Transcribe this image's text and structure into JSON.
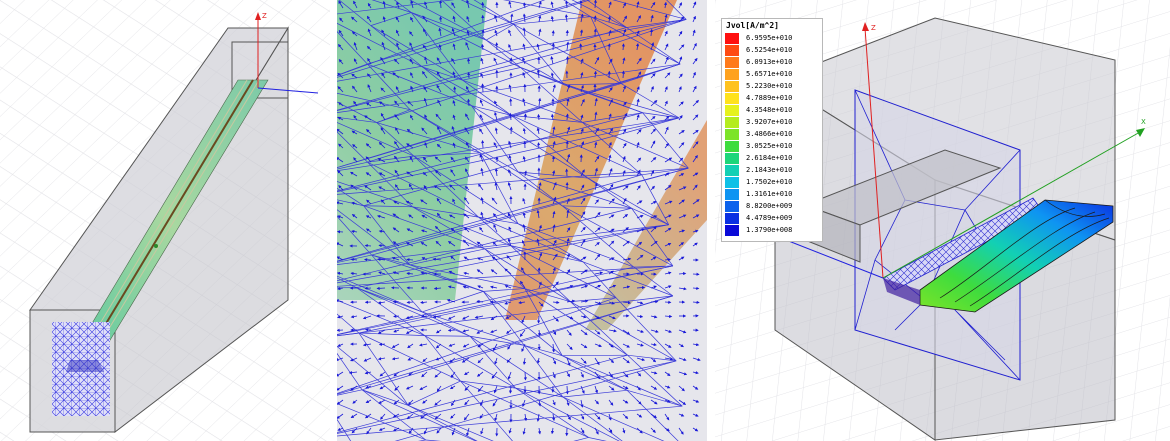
{
  "panels": {
    "left": {
      "axis_z_label": "Z"
    },
    "middle": {},
    "right": {
      "axis_z_label": "Z",
      "axis_x_label": "X"
    }
  },
  "legend": {
    "title": "Jvol[A/m^2]",
    "entries": [
      {
        "label": "6.9595e+010",
        "color": "#ff1010"
      },
      {
        "label": "6.5254e+010",
        "color": "#ff4a12"
      },
      {
        "label": "6.0913e+010",
        "color": "#ff7a1a"
      },
      {
        "label": "5.6571e+010",
        "color": "#ffa21e"
      },
      {
        "label": "5.2230e+010",
        "color": "#ffc21e"
      },
      {
        "label": "4.7889e+010",
        "color": "#ffe21c"
      },
      {
        "label": "4.3548e+010",
        "color": "#e6f21c"
      },
      {
        "label": "3.9207e+010",
        "color": "#b4ec1e"
      },
      {
        "label": "3.4866e+010",
        "color": "#7ce428"
      },
      {
        "label": "3.0525e+010",
        "color": "#3edc3e"
      },
      {
        "label": "2.6184e+010",
        "color": "#1cd67a"
      },
      {
        "label": "2.1843e+010",
        "color": "#12d0b4"
      },
      {
        "label": "1.7502e+010",
        "color": "#0ec0e6"
      },
      {
        "label": "1.3161e+010",
        "color": "#0e94f2"
      },
      {
        "label": "8.8200e+009",
        "color": "#0c62ec"
      },
      {
        "label": "4.4789e+009",
        "color": "#0a30e2"
      },
      {
        "label": "1.3790e+008",
        "color": "#0a0ad8"
      }
    ]
  }
}
